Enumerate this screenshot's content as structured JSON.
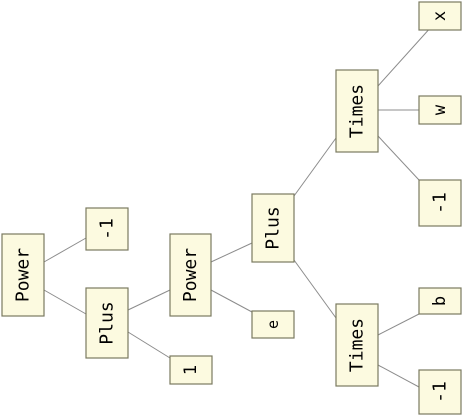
{
  "tree": {
    "label": "Power",
    "children": [
      {
        "label": "Plus",
        "children": [
          {
            "label": "1"
          },
          {
            "label": "Power",
            "children": [
              {
                "label": "Plus",
                "children": [
                  {
                    "label": "Times",
                    "children": [
                      {
                        "label": "-1"
                      },
                      {
                        "label": "b"
                      }
                    ]
                  },
                  {
                    "label": "Times",
                    "children": [
                      {
                        "label": "-1"
                      },
                      {
                        "label": "w"
                      },
                      {
                        "label": "x"
                      }
                    ]
                  }
                ]
              },
              {
                "label": "e"
              }
            ]
          }
        ]
      },
      {
        "label": "-1"
      }
    ]
  },
  "colors": {
    "node_fill": "#fcfae0",
    "node_border": "#7a7a60",
    "edge": "#8c8c8c"
  }
}
